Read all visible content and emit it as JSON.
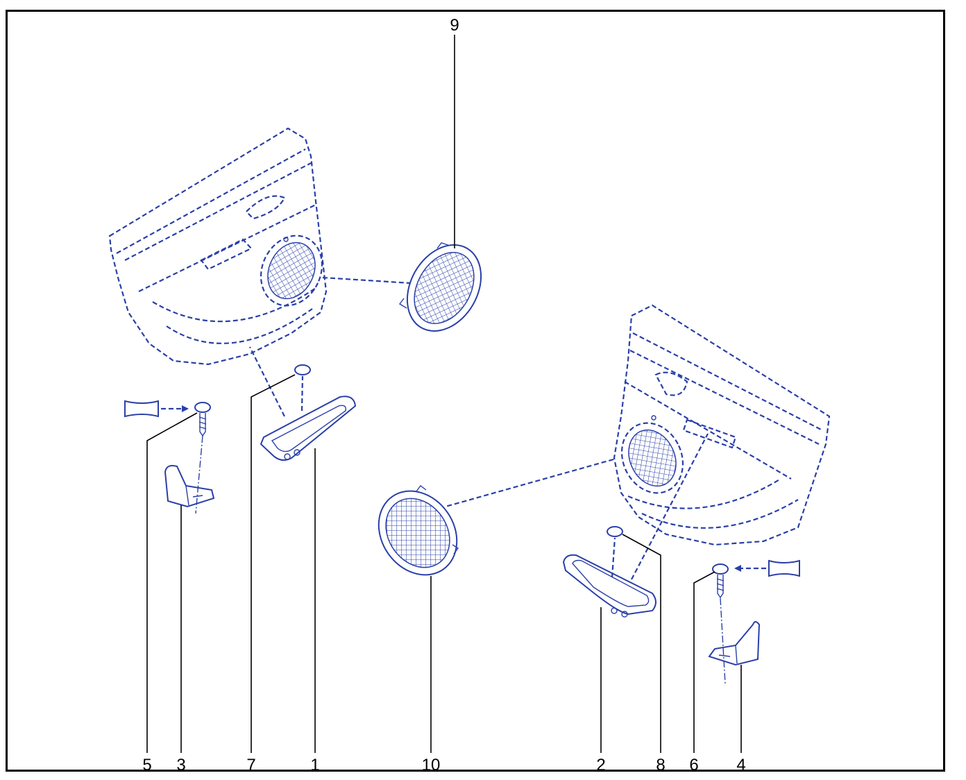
{
  "callouts": [
    {
      "id": "c9",
      "number": "9"
    },
    {
      "id": "c5",
      "number": "5"
    },
    {
      "id": "c3",
      "number": "3"
    },
    {
      "id": "c7",
      "number": "7"
    },
    {
      "id": "c1",
      "number": "1"
    },
    {
      "id": "c10",
      "number": "10"
    },
    {
      "id": "c2",
      "number": "2"
    },
    {
      "id": "c8",
      "number": "8"
    },
    {
      "id": "c6",
      "number": "6"
    },
    {
      "id": "c4",
      "number": "4"
    }
  ],
  "colors": {
    "line_art": "#2a3fa8",
    "leader": "#000000",
    "frame": "#000000"
  }
}
